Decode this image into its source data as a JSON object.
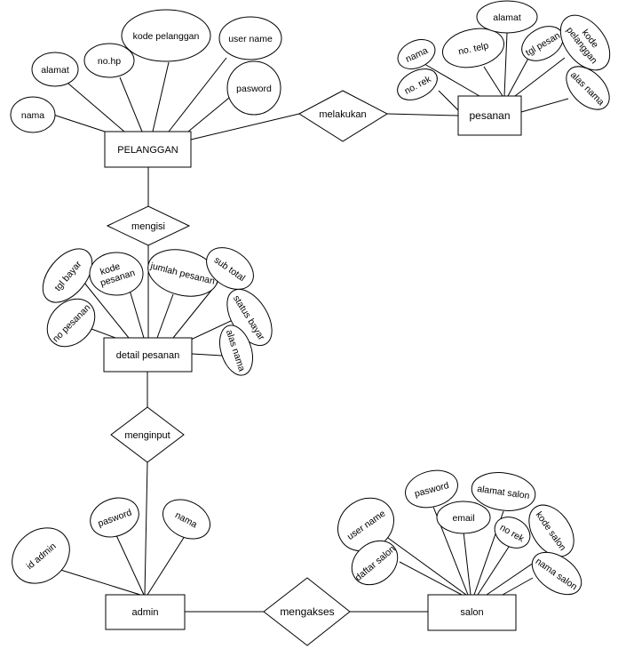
{
  "entities": {
    "pelanggan": "PELANGGAN",
    "pesanan": "pesanan",
    "detail_pesanan": "detail pesanan",
    "admin": "admin",
    "salon": "salon"
  },
  "relationships": {
    "melakukan": "melakukan",
    "mengisi": "mengisi",
    "menginput": "menginput",
    "mengakses": "mengakses"
  },
  "attributes": {
    "pelanggan": {
      "nama": "nama",
      "alamat": "alamat",
      "nohp": "no.hp",
      "kode_pelanggan": "kode pelanggan",
      "user_name": "user name",
      "pasword": "pasword"
    },
    "pesanan": {
      "nama": "nama",
      "no_rek": "no. rek",
      "no_telp": "no. telp",
      "alamat": "alamat",
      "tgl_pesan": "tgl pesan",
      "kode_pelanggan": [
        "kode",
        "pelanggan"
      ],
      "alas_nama": "alas nama"
    },
    "detail_pesanan": {
      "tgl_bayar": "tgl bayar",
      "kode_pesanan": [
        "kode",
        "pesanan"
      ],
      "jumlah_pesanan": "jumlah pesanan",
      "sub_total": "sub total",
      "no_pesanan": "no pesanan",
      "status_bayar": "status bayar",
      "alas_nama": "alas nama"
    },
    "admin": {
      "id_admin": "id admin",
      "pasword": "pasword",
      "nama": "nama"
    },
    "salon": {
      "user_name": "user name",
      "pasword": "pasword",
      "email": "email",
      "alamat_salon": "alamat salon",
      "no_rek": "no rek",
      "kode_salon": "kode salon",
      "daftar_salon": "daftar salon",
      "nama_salon": "nama salon"
    }
  }
}
